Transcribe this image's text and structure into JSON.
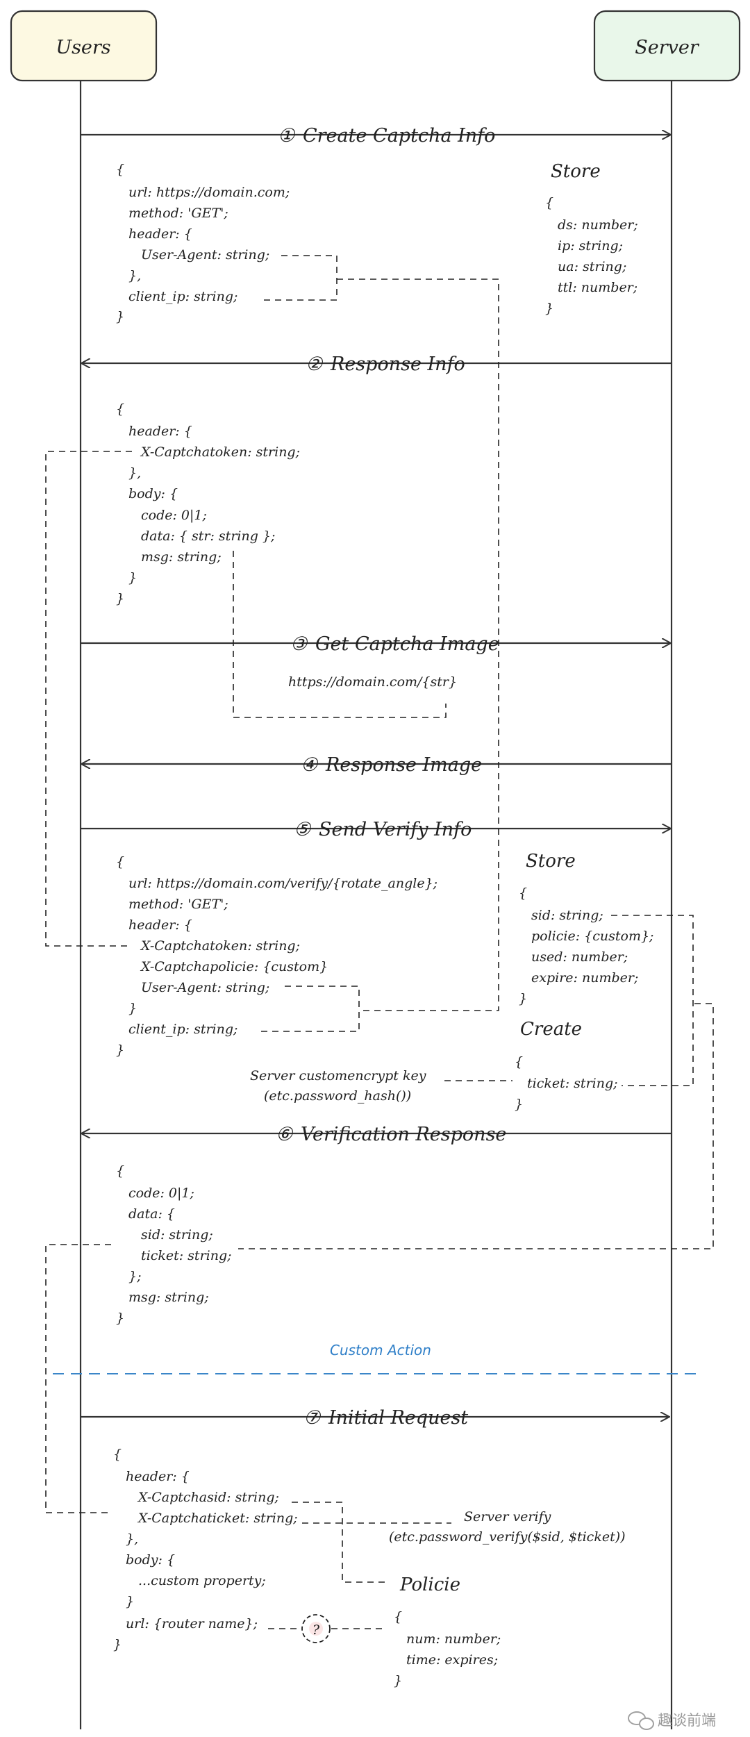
{
  "actors": {
    "users": "Users",
    "server": "Server"
  },
  "colors": {
    "users_box": "#fdf9e2",
    "server_box": "#e9f7ea",
    "custom_divider": "#3b86c9"
  },
  "messages": [
    {
      "num": "①",
      "label": "Create Captcha Info",
      "dir": "right"
    },
    {
      "num": "②",
      "label": "Response Info",
      "dir": "left"
    },
    {
      "num": "③",
      "label": "Get Captcha Image",
      "dir": "right"
    },
    {
      "num": "④",
      "label": "Response Image",
      "dir": "left"
    },
    {
      "num": "⑤",
      "label": "Send Verify Info",
      "dir": "right"
    },
    {
      "num": "⑥",
      "label": "Verification Response",
      "dir": "left"
    },
    {
      "num": "⑦",
      "label": "Initial Request",
      "dir": "right"
    }
  ],
  "blocks": {
    "create_request": [
      "{",
      "url: https://domain.com;",
      "method: 'GET';",
      "header: {",
      "User-Agent: string;",
      "},",
      "client_ip: string;",
      "}"
    ],
    "store1_title": "Store",
    "store1": [
      "{",
      "ds: number;",
      "ip: string;",
      "ua: string;",
      "ttl: number;",
      "}"
    ],
    "response_info": [
      "{",
      "header: {",
      "X-Captchatoken: string;",
      "},",
      "body: {",
      "code: 0|1;",
      "data: { str: string };",
      "msg: string;",
      "}",
      "}"
    ],
    "image_url": "https://domain.com/{str}",
    "verify_request": [
      "{",
      "url: https://domain.com/verify/{rotate_angle};",
      "method: 'GET';",
      "header: {",
      "X-Captchatoken: string;",
      "X-Captchapolicie: {custom}",
      "User-Agent: string;",
      "}",
      "client_ip: string;",
      "}"
    ],
    "store2_title": "Store",
    "store2": [
      "{",
      "sid: string;",
      "policie: {custom};",
      "used: number;",
      "expire: number;",
      "}"
    ],
    "create_title": "Create",
    "create": [
      "{",
      "ticket: string;",
      "}"
    ],
    "server_encrypt": [
      "Server customencrypt key",
      "(etc.password_hash())"
    ],
    "verification_response": [
      "{",
      "code: 0|1;",
      "data: {",
      "sid: string;",
      "ticket: string;",
      "};",
      "msg: string;",
      "}"
    ],
    "custom_action": "Custom Action",
    "initial_request": [
      "{",
      "header: {",
      "X-Captchasid: string;",
      "X-Captchaticket: string;",
      "},",
      "body: {",
      "...custom property;",
      "}",
      "url: {router name};",
      "}"
    ],
    "server_verify": [
      "Server verify",
      "(etc.password_verify($sid, $ticket))"
    ],
    "policie_title": "Policie",
    "policie": [
      "{",
      "num: number;",
      "time: expires;",
      "}"
    ],
    "question": "?"
  },
  "watermark": {
    "icon": "wechat-icon",
    "text": "趣谈前端"
  }
}
